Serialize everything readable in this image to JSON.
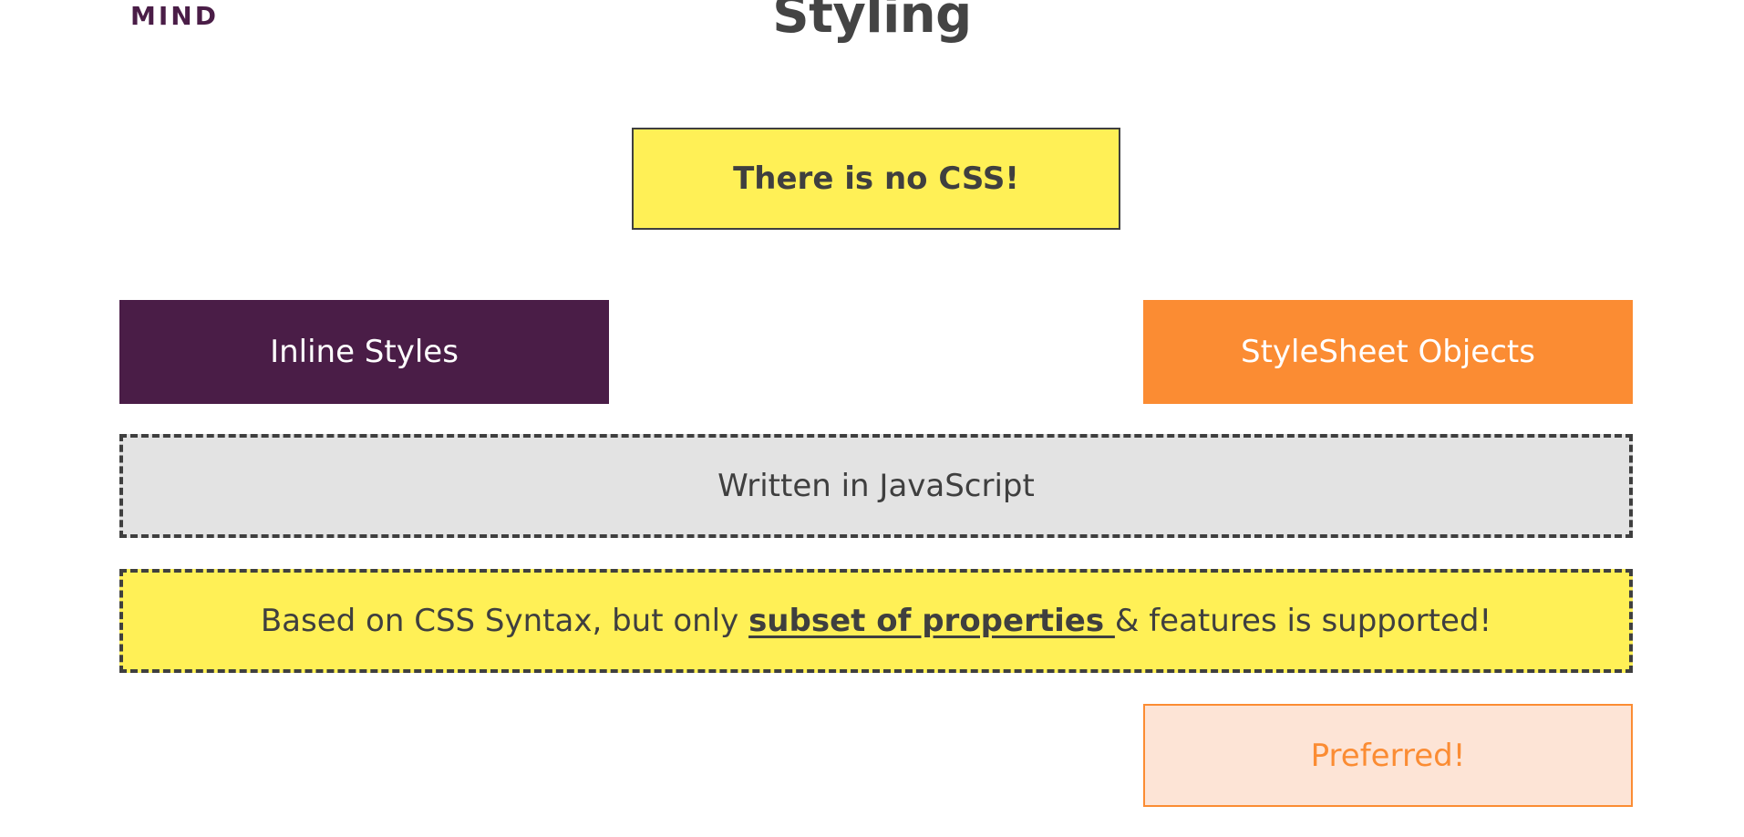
{
  "logo": {
    "text": "MIND",
    "color": "#4a1d47"
  },
  "slide": {
    "title": "Styling"
  },
  "boxes": {
    "no_css": {
      "text": "There is no CSS!",
      "fill": "#fff056",
      "text_color": "#3f3f3f"
    },
    "inline_styles": {
      "text": "Inline Styles",
      "fill": "#4a1d47",
      "text_color": "#ffffff"
    },
    "stylesheet_objects": {
      "text": "StyleSheet Objects",
      "fill": "#fb8c33",
      "text_color": "#ffffff"
    },
    "written_in_js": {
      "text": "Written in JavaScript",
      "fill": "#e3e3e3",
      "text_color": "#3f3f3f"
    },
    "css_syntax": {
      "prefix": "Based on CSS Syntax, but only ",
      "emphasis": "subset of properties ",
      "suffix": "& features is supported!",
      "fill": "#fff056",
      "text_color": "#3f3f3f"
    },
    "preferred": {
      "text": "Preferred!",
      "fill": "#fde4d6",
      "text_color": "#fb8c33"
    }
  }
}
